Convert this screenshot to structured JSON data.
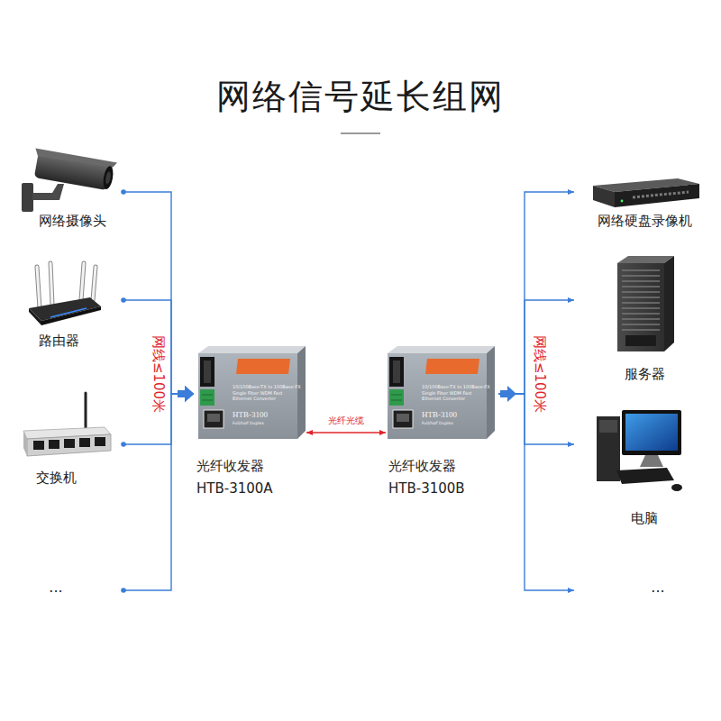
{
  "diagram": {
    "title": "网络信号延长组网",
    "nodes": [
      {
        "text": [
          "网络摄像头"
        ]
      },
      {
        "text": [
          "路由器"
        ]
      },
      {
        "text": [
          "交换机"
        ]
      },
      {
        "text": [
          "..."
        ]
      },
      {
        "text": [
          "10/100Base-TX to 100Base-FX Single Fiber WDM Fast Ethernet Converter",
          "HTB-3100",
          "Full/half Duplex",
          "光纤收发器 HTB-3100A"
        ]
      },
      {
        "text": [
          "10/100Base-TX to 100Base-FX Single Fiber WDM Fast Ethernet Converter",
          "HTB-3100",
          "Full/half Duplex",
          "光纤收发器 HTB-3100B"
        ]
      },
      {
        "text": [
          "网络硬盘录像机"
        ]
      },
      {
        "text": [
          "服务器"
        ]
      },
      {
        "text": [
          "电脑"
        ]
      },
      {
        "text": [
          "..."
        ]
      }
    ],
    "edges": [
      {
        "from": 0,
        "to": 4,
        "arrow": "to"
      },
      {
        "from": 1,
        "to": 4,
        "arrow": "to"
      },
      {
        "from": 2,
        "to": 4,
        "arrow": "to"
      },
      {
        "from": 3,
        "to": 4,
        "arrow": "to"
      },
      {
        "from": 4,
        "to": 5,
        "label": "光纤光缆",
        "arrow": "both"
      },
      {
        "from": 5,
        "to": 6,
        "arrow": "to"
      },
      {
        "from": 5,
        "to": 7,
        "arrow": "to"
      },
      {
        "from": 5,
        "to": 8,
        "arrow": "to"
      },
      {
        "from": 5,
        "to": 9,
        "arrow": "to"
      }
    ],
    "labels": [
      "网线≤100米",
      "网线≤100米"
    ]
  }
}
